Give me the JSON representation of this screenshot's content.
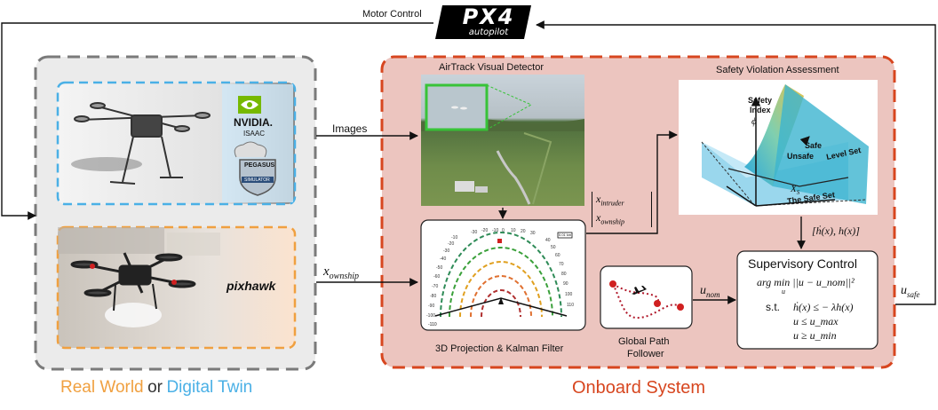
{
  "colors": {
    "onboard": "#d7461f",
    "digital_twin": "#4ab0e6",
    "real_world": "#f0a040",
    "outer": "#808080"
  },
  "px4": {
    "logo_text": "PX4",
    "sub_text": "autopilot"
  },
  "labels": {
    "motor_control": "Motor Control",
    "images": "Images",
    "x_ownship": "x",
    "x_ownship_sub": "ownship",
    "u_nom": "u",
    "u_nom_sub": "nom",
    "u_safe": "u",
    "u_safe_sub": "safe",
    "h_pair": "[ḣ(x), h(x)]",
    "x_intruder": "x",
    "x_intruder_sub": "intruder",
    "x_own2": "x",
    "x_own2_sub": "ownship"
  },
  "left": {
    "nvidia": "NVIDIA.",
    "isaac": "ISAAC",
    "pegasus": "PEGASUS",
    "simulator": "SIMULATOR",
    "pixhawk": "pixhawk",
    "real_world": "Real World",
    "or": "or",
    "digital_twin": "Digital Twin"
  },
  "onboard": {
    "title": "Onboard System",
    "airtrack_title": "AirTrack Visual Detector",
    "safety_title": "Safety Violation Assessment",
    "kalman_title": "3D Projection & Kalman Filter",
    "path_title_1": "Global Path",
    "path_title_2": "Follower",
    "surface": {
      "axis_label_1": "Safety",
      "axis_label_2": "Index",
      "phi": "ϕ",
      "safe": "Safe",
      "unsafe": "Unsafe",
      "level_set": "Level Set",
      "xs": "X",
      "xs_sub": "S",
      "safe_set": "The Safe Set"
    },
    "supervisory": {
      "title": "Supervisory Control",
      "line1": "arg min ||u − u_nom||²",
      "line1_sub": "u",
      "st": "s.t.",
      "c1": "ḣ(x) ≤ − λh(x)",
      "c2": "u ≤ u_max",
      "c3": "u ≥ u_min"
    },
    "radar": {
      "scale": "0.01 km",
      "ticks_left": [
        "-100",
        "-90",
        "-80",
        "-70",
        "-60",
        "-50",
        "-40",
        "-30",
        "-20",
        "-10"
      ],
      "ticks_top": [
        "-30",
        "-20",
        "-10",
        "0",
        "10",
        "20",
        "30"
      ],
      "ticks_right": [
        "40",
        "50",
        "60",
        "70",
        "80",
        "90",
        "100",
        "110"
      ],
      "tick_bottom_left": "-110"
    }
  }
}
